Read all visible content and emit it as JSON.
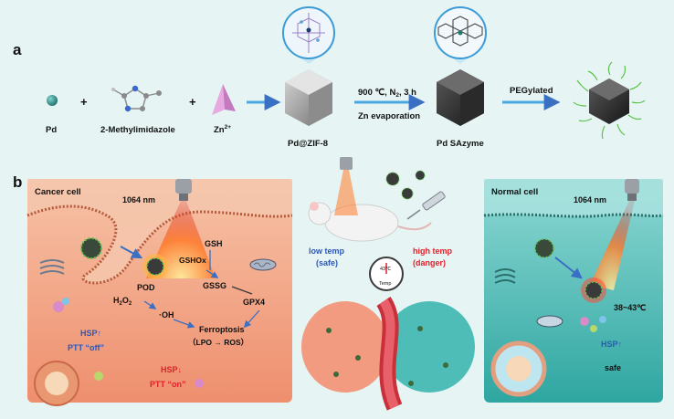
{
  "panel_a": {
    "label": "a",
    "pd": "Pd",
    "plus": "+",
    "methylimidazole": "2-Methylimidazole",
    "zn_main": "Zn",
    "zn_sup": "2+",
    "pd_zif": "Pd@ZIF-8",
    "step_line1_a": "900 ℃, N",
    "step_line1_sub": "2",
    "step_line1_b": ", 3 h",
    "step_line2": "Zn evaporation",
    "pd_sazyme": "Pd SAzyme",
    "pegylated": "PEGylated"
  },
  "panel_b": {
    "label": "b",
    "cancer": {
      "title": "Cancer cell",
      "laser": "1064 nm",
      "gsh": "GSH",
      "gshox": "GSHOx",
      "gssg": "GSSG",
      "gpx4": "GPX4",
      "pod": "POD",
      "h2o2_main": "H",
      "h2o2_sub1": "2",
      "h2o2_o": "O",
      "h2o2_sub2": "2",
      "oh": "·OH",
      "ferroptosis": "Ferroptosis",
      "lpo_ros": "（LPO → ROS）",
      "hsp_up": "HSP↑",
      "ptt_off": "PTT “off”",
      "hsp_down": "HSP↓",
      "ptt_on": "PTT “on”"
    },
    "center": {
      "low_temp": "low temp",
      "low_safe": "(safe)",
      "high_temp": "high temp",
      "high_danger": "(danger)",
      "gauge_value": "43℃",
      "gauge_label": "Temp"
    },
    "normal": {
      "title": "Normal cell",
      "laser": "1064 nm",
      "temp_range": "38~43℃",
      "hsp_up": "HSP↑",
      "safe": "safe"
    }
  },
  "colors": {
    "cancer_bg": "#f2a98a",
    "normal_bg": "#5fc4bf",
    "arrow_blue": "#4aa8e0",
    "red_text": "#e0202a",
    "blue_text": "#2b57b8"
  }
}
